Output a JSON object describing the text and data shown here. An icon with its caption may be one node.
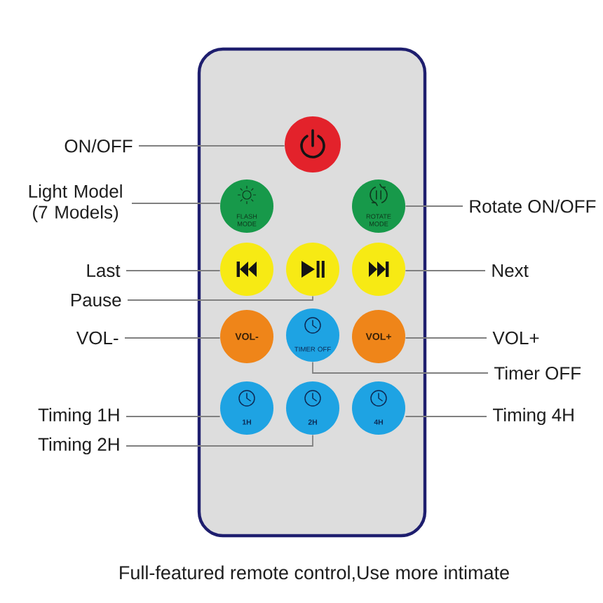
{
  "diagram": {
    "nodes": [
      {
        "text": [],
        "shape": "box"
      },
      {
        "text": [],
        "shape": "circle",
        "in": 0
      },
      {
        "text": [
          "FLASH MODE"
        ],
        "in": 0
      },
      {
        "text": [
          "ROTATE MODE"
        ],
        "in": 0
      },
      {
        "text": [],
        "shape": "circle",
        "in": 0
      },
      {
        "text": [],
        "shape": "circle",
        "in": 0
      },
      {
        "text": [],
        "shape": "circle",
        "in": 0
      },
      {
        "text": [
          "VOL-"
        ],
        "in": 0
      },
      {
        "text": [
          "TIMER OFF"
        ],
        "in": 0
      },
      {
        "text": [
          "VOL+"
        ],
        "in": 0
      },
      {
        "text": [
          "1H"
        ],
        "in": 0
      },
      {
        "text": [
          "2H"
        ],
        "in": 0
      },
      {
        "text": [
          "4H"
        ],
        "in": 0
      },
      {
        "text": [
          "ON/OFF"
        ]
      },
      {
        "text": [
          "Light Model (7 Models)"
        ]
      },
      {
        "text": [
          "Rotate ON/OFF"
        ]
      },
      {
        "text": [
          "Last"
        ]
      },
      {
        "text": [
          "Next"
        ]
      },
      {
        "text": [
          "Pause"
        ]
      },
      {
        "text": [
          "VOL-"
        ]
      },
      {
        "text": [
          "VOL+"
        ]
      },
      {
        "text": [
          "Timer OFF"
        ]
      },
      {
        "text": [
          "Timing 1H"
        ]
      },
      {
        "text": [
          "Timing 4H"
        ]
      },
      {
        "text": [
          "Timing 2H"
        ]
      }
    ],
    "edges": [
      {
        "from": 13,
        "to": 1,
        "arrow": "none"
      },
      {
        "from": 14,
        "to": 2,
        "arrow": "none"
      },
      {
        "from": 15,
        "to": 3,
        "arrow": "none"
      },
      {
        "from": 16,
        "to": 4,
        "arrow": "none"
      },
      {
        "from": 17,
        "to": 6,
        "arrow": "none"
      },
      {
        "from": 18,
        "to": 5,
        "arrow": "none"
      },
      {
        "from": 19,
        "to": 7,
        "arrow": "none"
      },
      {
        "from": 20,
        "to": 9,
        "arrow": "none"
      },
      {
        "from": 21,
        "to": 8,
        "arrow": "none"
      },
      {
        "from": 22,
        "to": 10,
        "arrow": "none"
      },
      {
        "from": 23,
        "to": 12,
        "arrow": "none"
      },
      {
        "from": 24,
        "to": 11,
        "arrow": "none"
      }
    ],
    "caption": "Full-featured remote control,Use more intimate"
  }
}
